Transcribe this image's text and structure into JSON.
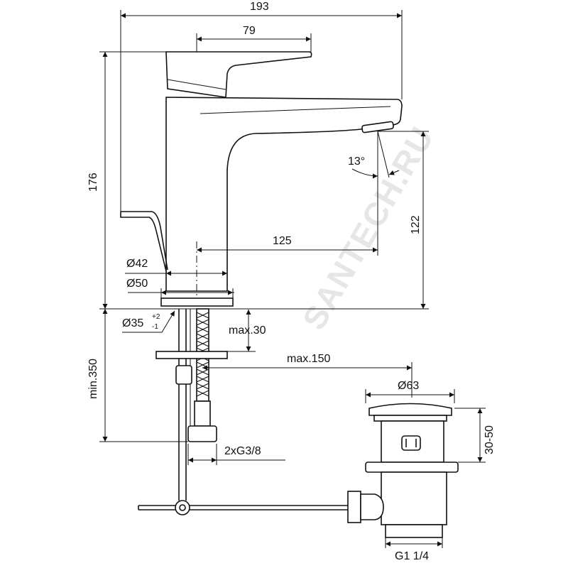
{
  "drawing": {
    "title": "Washbasin mixer with pop-up waste - dimension drawing",
    "watermark": "SANTECH.RU",
    "dimensions": {
      "overall_length": "193",
      "handle_length": "79",
      "overall_height": "176",
      "spout_height": "122",
      "spout_reach": "125",
      "spray_angle": "13°",
      "body_diameter": "Ø42",
      "base_diameter": "Ø50",
      "hole_diameter": "Ø35",
      "hole_tol_plus": "+2",
      "hole_tol_minus": "-1",
      "max_deck_thickness": "max.30",
      "max_rod_offset": "max.150",
      "min_hose_length": "min.350",
      "connections": "2xG3/8",
      "waste_cap_diameter": "Ø63",
      "waste_adjust": "30-50",
      "waste_thread": "G1 1/4"
    }
  }
}
